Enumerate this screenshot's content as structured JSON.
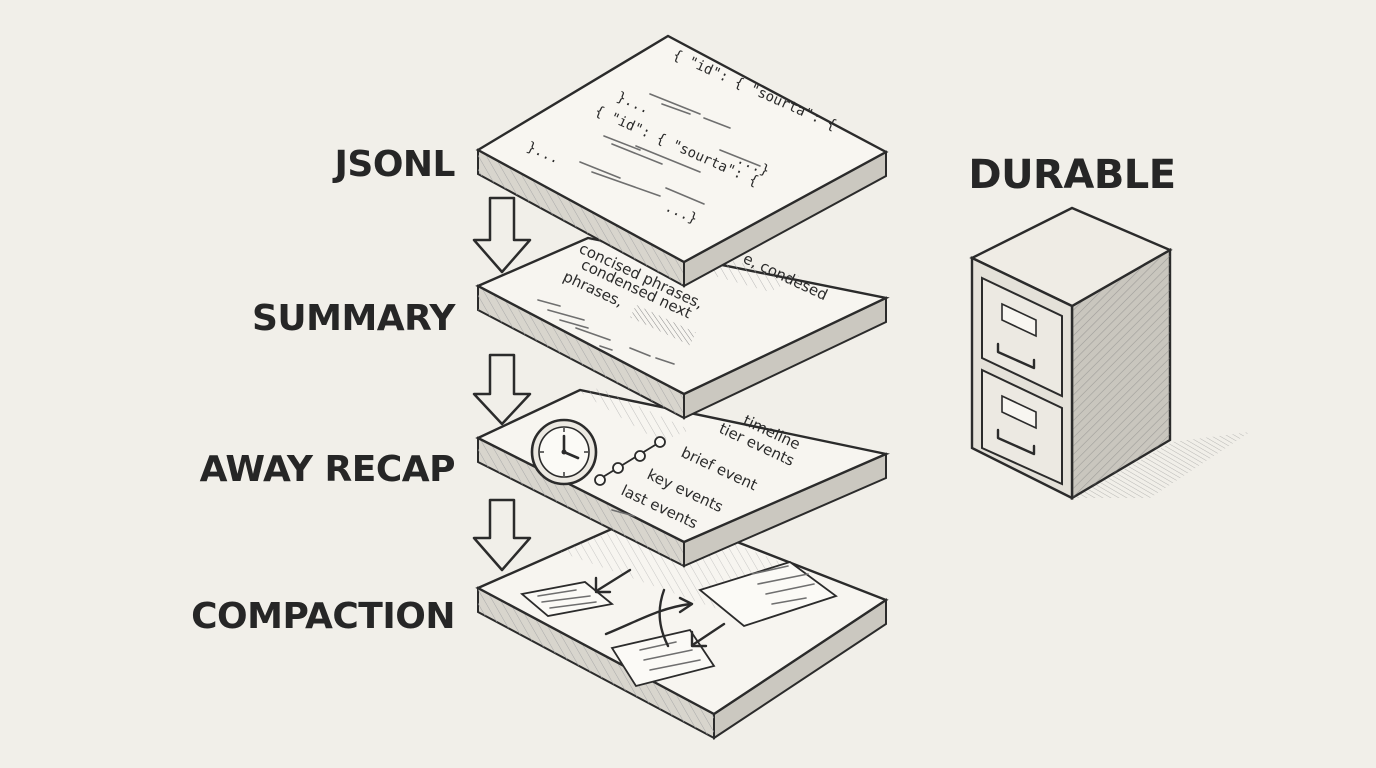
{
  "layers": [
    {
      "label": "JSONL"
    },
    {
      "label": "SUMMARY"
    },
    {
      "label": "AWAY RECAP"
    },
    {
      "label": "COMPACTION"
    }
  ],
  "durable_label": "DURABLE",
  "jsonl_plate": {
    "lines": [
      "{ \"id\": { \"sourta\": {",
      "...}",
      "}...",
      "{ \"id\": { \"sourta\": {",
      "}...",
      "...}"
    ]
  },
  "summary_plate": {
    "lines": [
      "e, condesed",
      "concised phrases,",
      "condensed next",
      "phrases,"
    ]
  },
  "recap_plate": {
    "lines": [
      "timeline",
      "tier events",
      "brief event",
      "key events",
      "last events"
    ]
  },
  "icons": [
    "clock-icon",
    "filing-cabinet-icon",
    "down-arrow-icon"
  ]
}
